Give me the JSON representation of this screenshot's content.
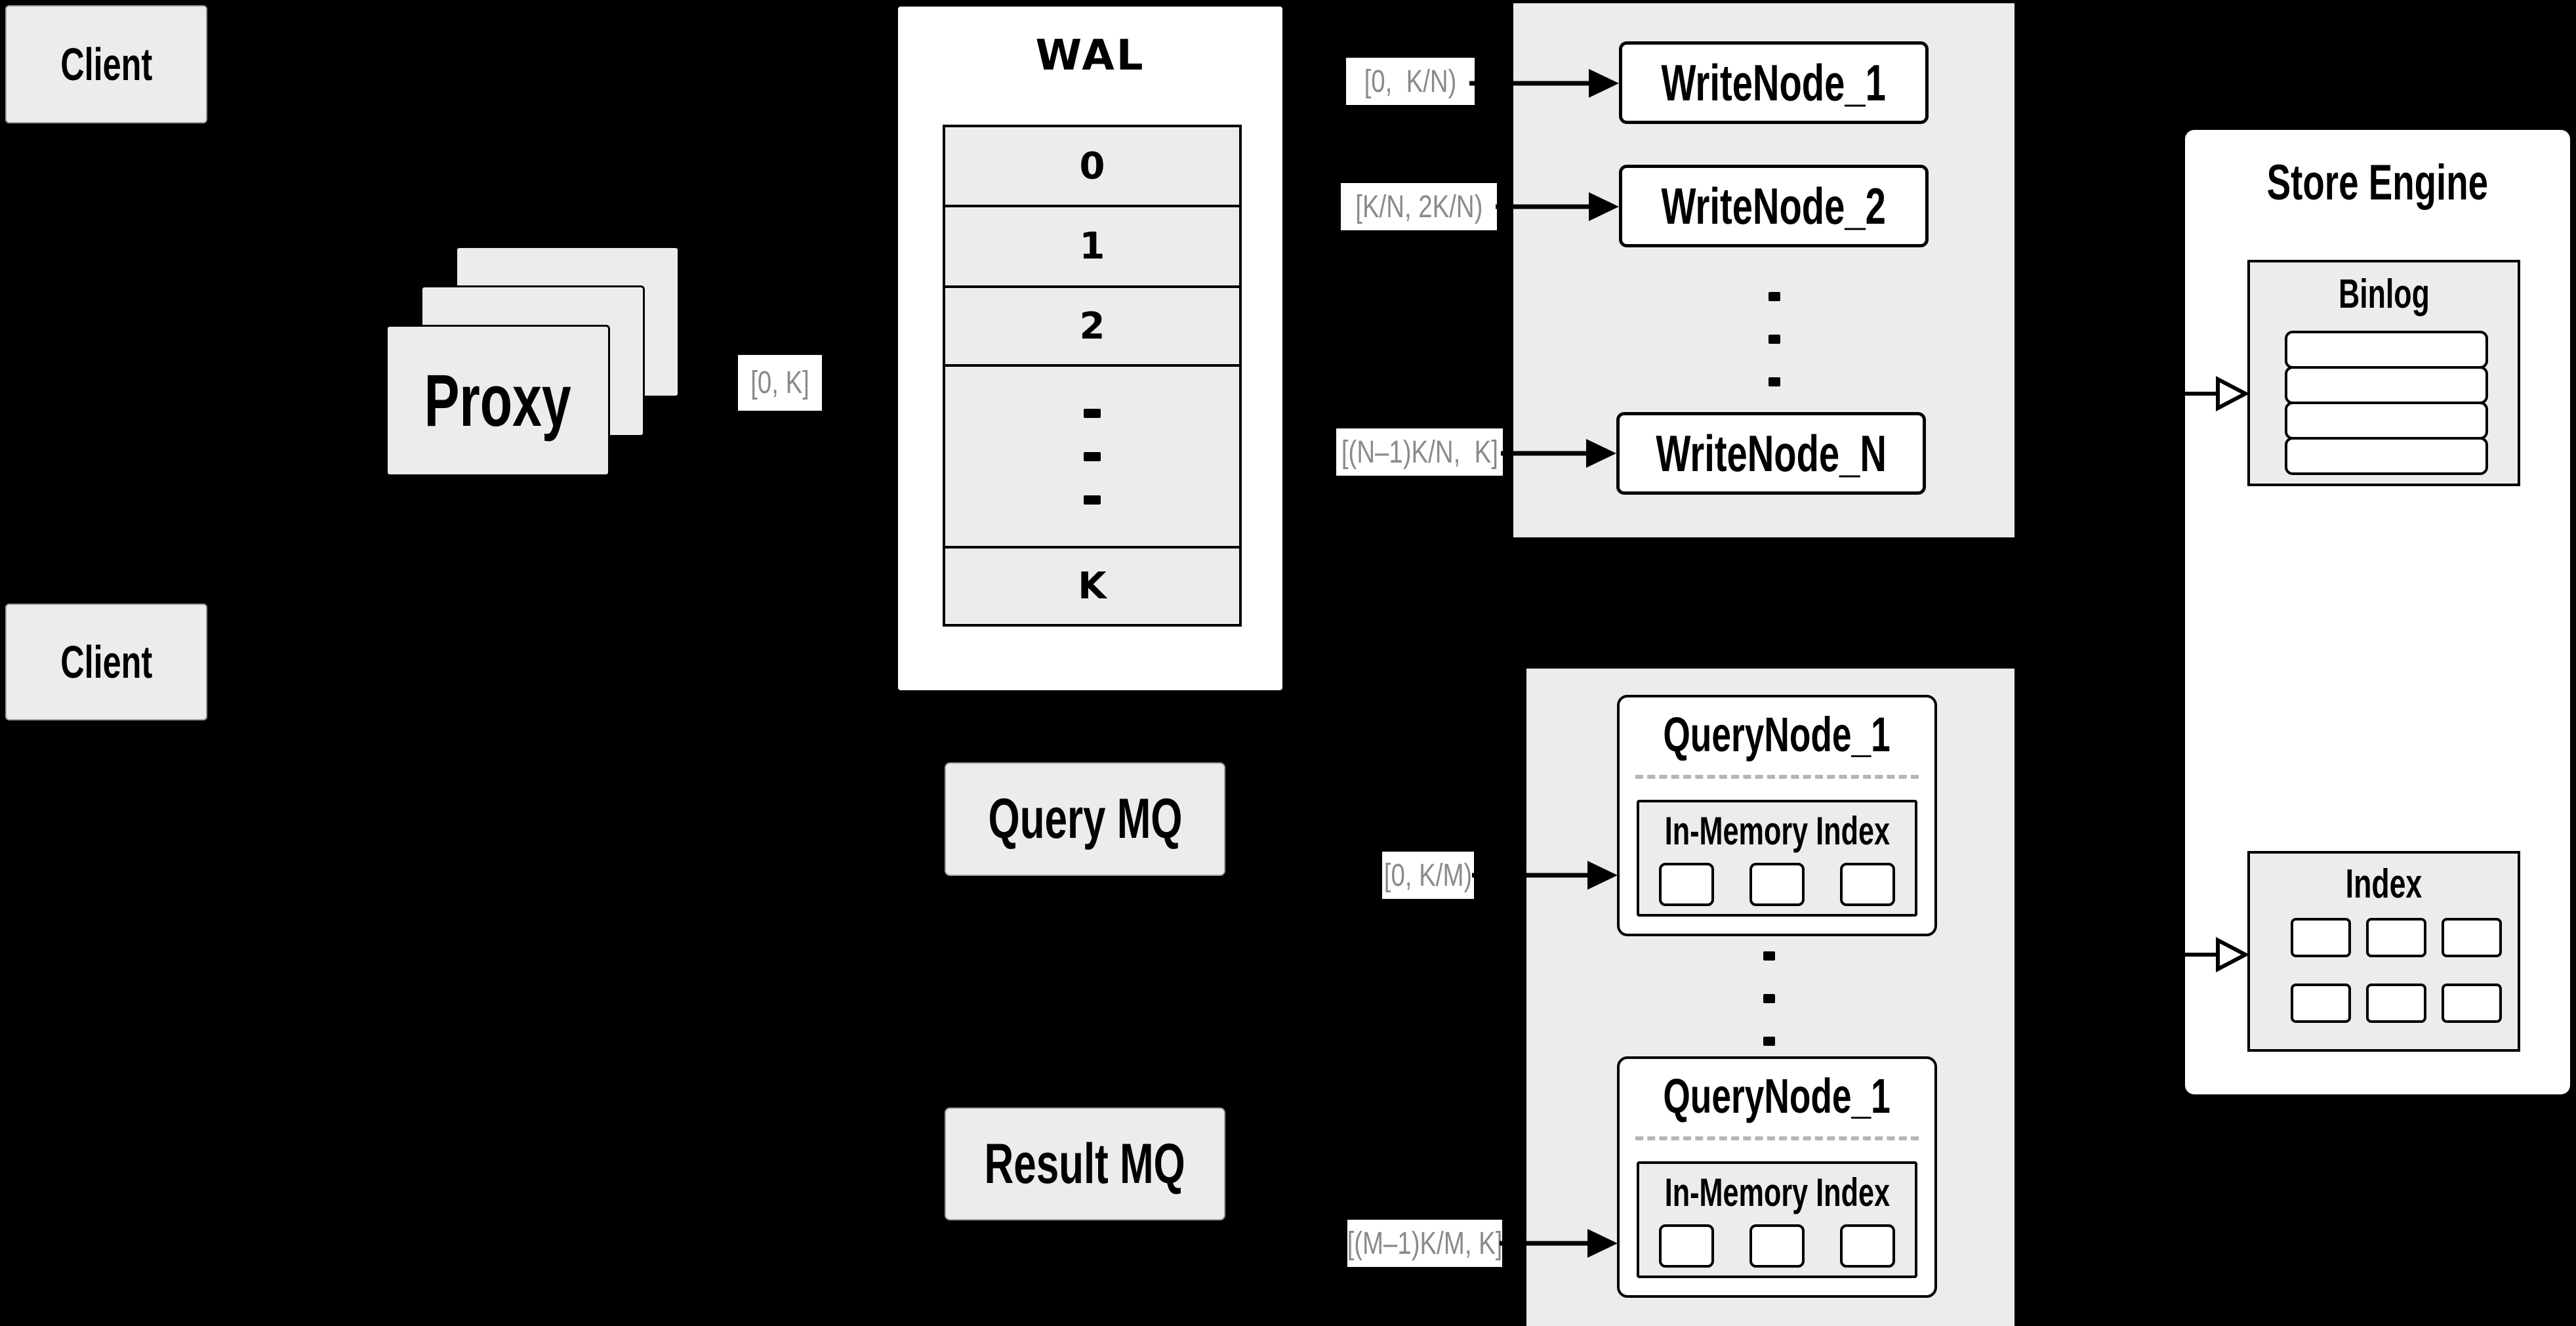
{
  "clients": {
    "top": "Client",
    "bottom": "Client"
  },
  "proxy": {
    "label": "Proxy",
    "range_label": "[0, K]"
  },
  "wal": {
    "title": "WAL",
    "segments": [
      "0",
      "1",
      "2",
      "K"
    ]
  },
  "write_cluster": {
    "nodes": [
      "WriteNode_1",
      "WriteNode_2",
      "WriteNode_N"
    ],
    "range_labels": [
      "[0,  K/N)",
      "[K/N, 2K/N)",
      "[(N–1)K/N,  K]"
    ]
  },
  "mq": {
    "query": "Query MQ",
    "result": "Result MQ"
  },
  "query_cluster": {
    "nodes": [
      {
        "title": "QueryNode_1",
        "inner_title": "In-Memory Index"
      },
      {
        "title": "QueryNode_1",
        "inner_title": "In-Memory Index"
      }
    ],
    "range_labels": [
      "[0, K/M)",
      "[(M–1)K/M, K]"
    ]
  },
  "store_engine": {
    "title": "Store Engine",
    "binlog_title": "Binlog",
    "index_title": "Index"
  },
  "colors": {
    "background": "#000000",
    "box_gray": "#ececec",
    "white": "#ffffff",
    "line_black": "#000000",
    "label_text": "#8a8a8a",
    "dash_divider": "#b5b5b5"
  }
}
